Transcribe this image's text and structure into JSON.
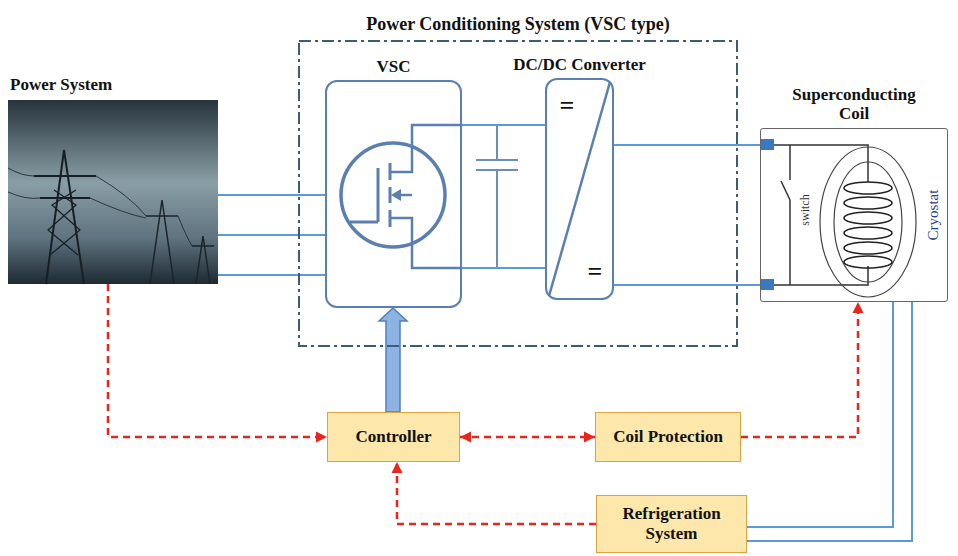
{
  "diagram": {
    "nodes": [
      {
        "text": [
          "Power System"
        ]
      },
      {
        "text": [
          "Power Conditioning System (VSC type)"
        ]
      },
      {
        "text": [
          "VSC"
        ],
        "in": 1
      },
      {
        "text": [
          "DC/DC Converter"
        ],
        "in": 1
      },
      {
        "text": [
          "Superconducting Coil"
        ]
      },
      {
        "text": [
          "Controller"
        ]
      },
      {
        "text": [
          "Coil Protection"
        ]
      },
      {
        "text": [
          "Refrigeration System"
        ]
      }
    ],
    "edges": [
      {
        "from": 0,
        "to": 2,
        "arrow": "none"
      },
      {
        "from": 0,
        "to": 2,
        "arrow": "none"
      },
      {
        "from": 0,
        "to": 2,
        "arrow": "none"
      },
      {
        "from": 2,
        "to": 3,
        "arrow": "none"
      },
      {
        "from": 2,
        "to": 3,
        "arrow": "none"
      },
      {
        "from": 3,
        "to": 4,
        "arrow": "none"
      },
      {
        "from": 3,
        "to": 4,
        "arrow": "none"
      },
      {
        "from": 5,
        "to": 2,
        "arrow": "to"
      },
      {
        "from": 0,
        "to": 5,
        "arrow": "to"
      },
      {
        "from": 5,
        "to": 6,
        "arrow": "both"
      },
      {
        "from": 6,
        "to": 4,
        "arrow": "to"
      },
      {
        "from": 7,
        "to": 5,
        "arrow": "to"
      },
      {
        "from": 4,
        "to": 7,
        "arrow": "none"
      },
      {
        "from": 4,
        "to": 7,
        "arrow": "none"
      }
    ],
    "labels": [
      "switch",
      "Cryostat",
      "=",
      "="
    ]
  }
}
